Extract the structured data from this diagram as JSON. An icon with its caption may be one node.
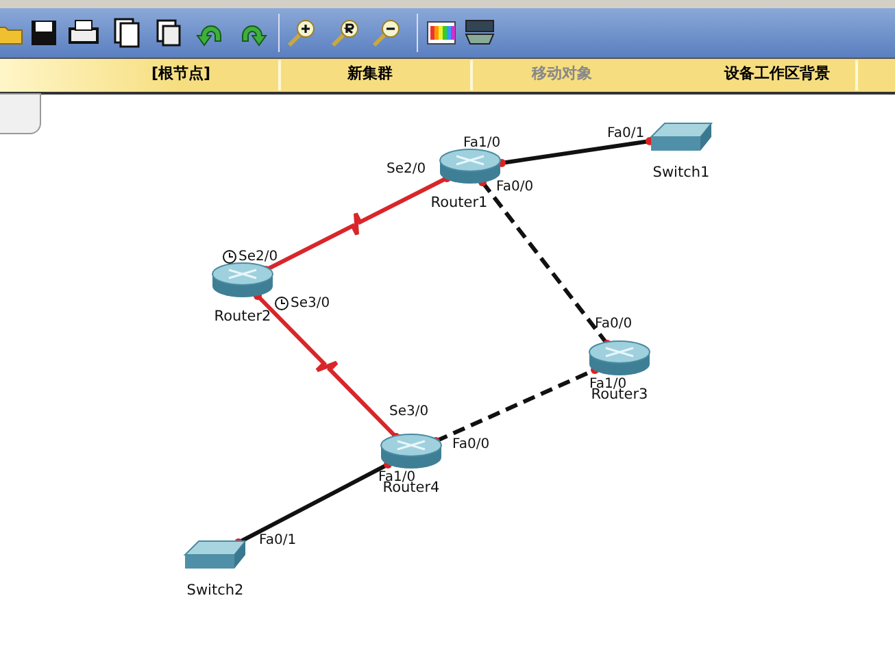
{
  "diagram": {
    "nodes": [
      {
        "text": [
          "Router1"
        ],
        "beside": [
          "Se2/0",
          "Fa1/0",
          "Fa0/0"
        ]
      },
      {
        "text": [
          "Switch1"
        ],
        "beside": [
          "Fa0/1"
        ]
      },
      {
        "text": [
          "Router2"
        ],
        "beside": [
          "Se2/0",
          "Se3/0"
        ]
      },
      {
        "text": [
          "Router3"
        ],
        "beside": [
          "Fa0/0",
          "Fa1/0"
        ]
      },
      {
        "text": [
          "Router4"
        ],
        "beside": [
          "Se3/0",
          "Fa0/0",
          "Fa1/0"
        ]
      },
      {
        "text": [
          "Switch2"
        ],
        "beside": [
          "Fa0/1"
        ]
      }
    ],
    "edges": [
      {
        "from": 0,
        "to": 1,
        "arrow": "none"
      },
      {
        "from": 2,
        "to": 0,
        "arrow": "none",
        "color": "#d8262a"
      },
      {
        "from": 0,
        "to": 3,
        "arrow": "none",
        "style": "dashed"
      },
      {
        "from": 2,
        "to": 4,
        "arrow": "none",
        "color": "#d8262a"
      },
      {
        "from": 4,
        "to": 3,
        "arrow": "none",
        "style": "dashed"
      },
      {
        "from": 5,
        "to": 4,
        "arrow": "none"
      }
    ],
    "labels": [
      "[根节点]",
      "新集群",
      "移动对象",
      "设备工作区背景"
    ]
  }
}
